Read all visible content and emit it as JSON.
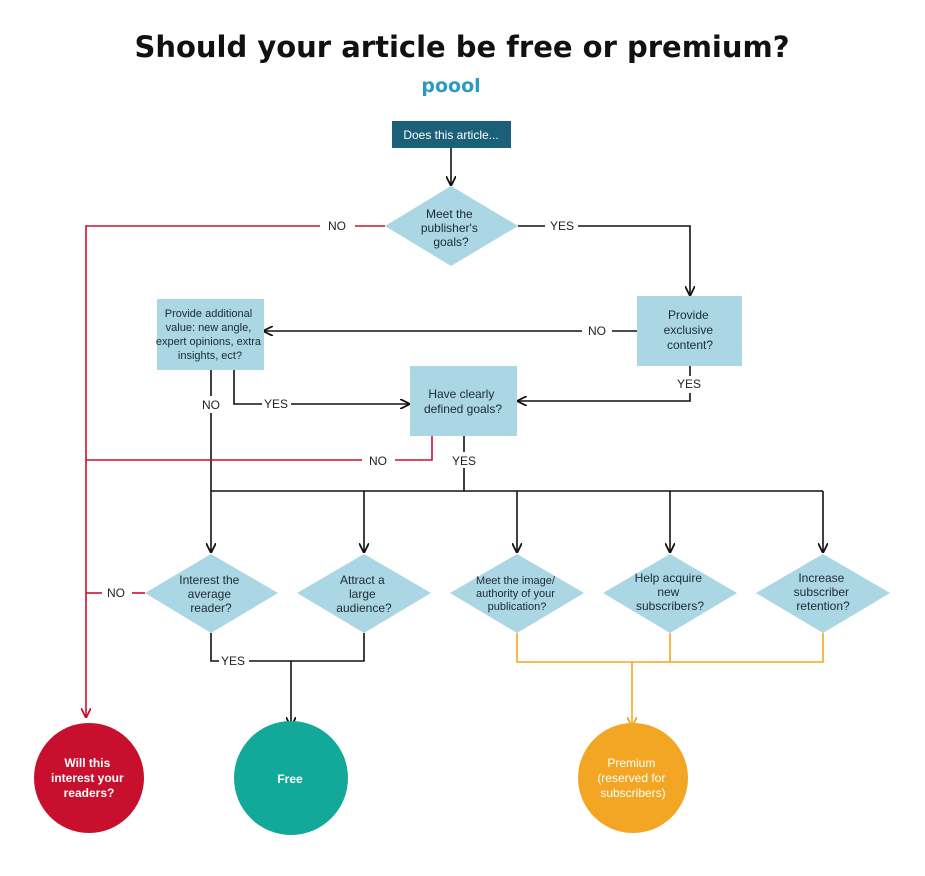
{
  "title": "Should your article be free or premium?",
  "logo": "poool",
  "colors": {
    "node_fill": "#abd6e3",
    "start_fill": "#1c5f78",
    "red": "#c8102e",
    "teal": "#12a99a",
    "orange": "#f3a623",
    "black": "#111111"
  },
  "nodes": {
    "start": [
      "Does this article..."
    ],
    "goals": [
      "Meet the",
      "publisher's",
      "goals?"
    ],
    "exclusive": [
      "Provide",
      "exclusive",
      "content?"
    ],
    "additional": [
      "Provide additional",
      "value: new angle,",
      "expert opinions, extra",
      "insights, ect?"
    ],
    "defined": [
      "Have clearly",
      "defined goals?"
    ],
    "interest": [
      "Interest the",
      "average",
      "reader?"
    ],
    "attract": [
      "Attract a",
      "large",
      "audience?"
    ],
    "image": [
      "Meet the image/",
      "authority of your",
      "publication?"
    ],
    "acquire": [
      "Help acquire",
      "new",
      "subscribers?"
    ],
    "retention": [
      "Increase",
      "subscriber",
      "retention?"
    ]
  },
  "terminals": {
    "readers": [
      "Will this",
      "interest your",
      "readers?"
    ],
    "free": [
      "Free"
    ],
    "premium": [
      "Premium",
      "(reserved for",
      "subscribers)"
    ]
  },
  "labels": {
    "no_goals": "NO",
    "yes_goals": "YES",
    "no_exclusive": "NO",
    "yes_exclusive": "YES",
    "no_additional": "NO",
    "yes_additional": "YES",
    "no_defined": "NO",
    "yes_defined": "YES",
    "no_interest": "NO",
    "yes_free": "YES"
  }
}
